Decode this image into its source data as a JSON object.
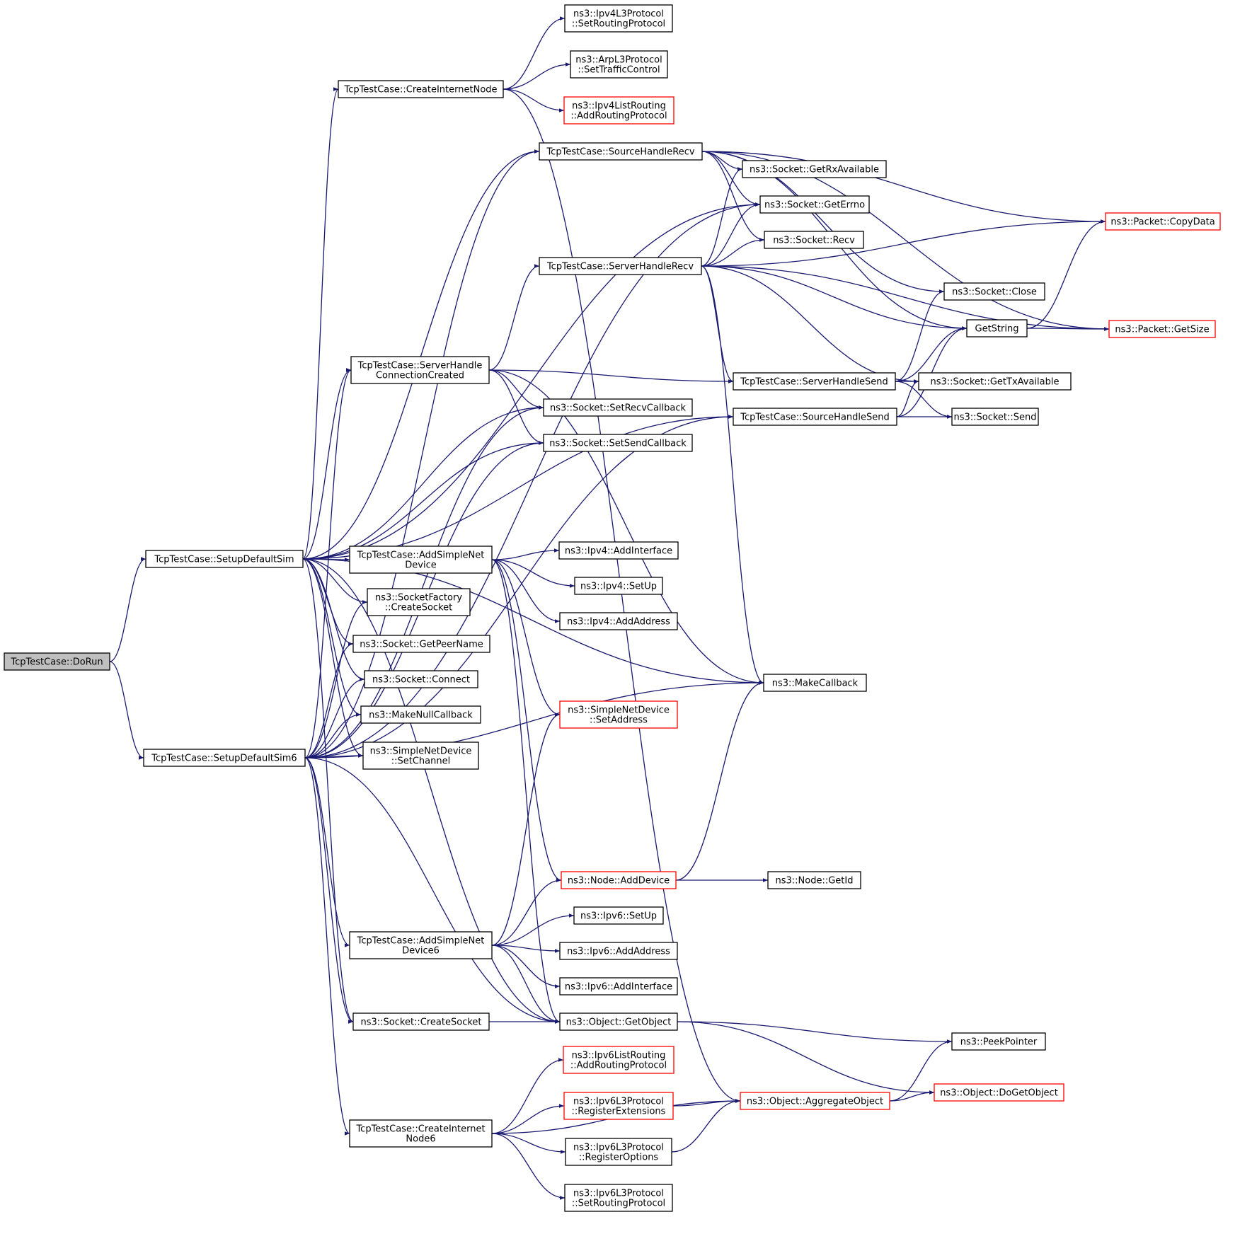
{
  "colors": {
    "edge": "#191970",
    "node_border": "#000000",
    "node_border_incomplete": "#ff0000",
    "root_fill": "#bfbfbf",
    "node_fill": "#ffffff"
  },
  "nodes": [
    {
      "id": "dorun",
      "lines": [
        "TcpTestCase::DoRun"
      ],
      "style": "root"
    },
    {
      "id": "setupsim",
      "lines": [
        "TcpTestCase::SetupDefaultSim"
      ],
      "style": "normal"
    },
    {
      "id": "setupsim6",
      "lines": [
        "TcpTestCase::SetupDefaultSim6"
      ],
      "style": "normal"
    },
    {
      "id": "createinternetnode",
      "lines": [
        "TcpTestCase::CreateInternetNode"
      ],
      "style": "normal"
    },
    {
      "id": "sourcehandlerecv",
      "lines": [
        "TcpTestCase::SourceHandleRecv"
      ],
      "style": "normal"
    },
    {
      "id": "serverhandlerecv",
      "lines": [
        "TcpTestCase::ServerHandleRecv"
      ],
      "style": "normal"
    },
    {
      "id": "serverhandleconn",
      "lines": [
        "TcpTestCase::ServerHandle",
        "ConnectionCreated"
      ],
      "style": "normal"
    },
    {
      "id": "addsimplenetdevice",
      "lines": [
        "TcpTestCase::AddSimpleNet",
        "Device"
      ],
      "style": "normal"
    },
    {
      "id": "socketfactory",
      "lines": [
        "ns3::SocketFactory",
        "::CreateSocket"
      ],
      "style": "normal"
    },
    {
      "id": "getpeername",
      "lines": [
        "ns3::Socket::GetPeerName"
      ],
      "style": "normal"
    },
    {
      "id": "connect",
      "lines": [
        "ns3::Socket::Connect"
      ],
      "style": "normal"
    },
    {
      "id": "makenullcallback",
      "lines": [
        "ns3::MakeNullCallback"
      ],
      "style": "normal"
    },
    {
      "id": "setchannel",
      "lines": [
        "ns3::SimpleNetDevice",
        "::SetChannel"
      ],
      "style": "normal"
    },
    {
      "id": "addsimplenetdevice6",
      "lines": [
        "TcpTestCase::AddSimpleNet",
        "Device6"
      ],
      "style": "normal"
    },
    {
      "id": "createsocket",
      "lines": [
        "ns3::Socket::CreateSocket"
      ],
      "style": "normal"
    },
    {
      "id": "createinternetnode6",
      "lines": [
        "TcpTestCase::CreateInternet",
        "Node6"
      ],
      "style": "normal"
    },
    {
      "id": "ipv4setroutingprotocol",
      "lines": [
        "ns3::Ipv4L3Protocol",
        "::SetRoutingProtocol"
      ],
      "style": "normal"
    },
    {
      "id": "settrafficcontrol",
      "lines": [
        "ns3::ArpL3Protocol",
        "::SetTrafficControl"
      ],
      "style": "normal"
    },
    {
      "id": "ipv4addroutingprotocol",
      "lines": [
        "ns3::Ipv4ListRouting",
        "::AddRoutingProtocol"
      ],
      "style": "incomplete"
    },
    {
      "id": "setrecvcallback",
      "lines": [
        "ns3::Socket::SetRecvCallback"
      ],
      "style": "normal"
    },
    {
      "id": "setsendcallback",
      "lines": [
        "ns3::Socket::SetSendCallback"
      ],
      "style": "normal"
    },
    {
      "id": "ipv4addinterface",
      "lines": [
        "ns3::Ipv4::AddInterface"
      ],
      "style": "normal"
    },
    {
      "id": "ipv4setup",
      "lines": [
        "ns3::Ipv4::SetUp"
      ],
      "style": "normal"
    },
    {
      "id": "ipv4addaddress",
      "lines": [
        "ns3::Ipv4::AddAddress"
      ],
      "style": "normal"
    },
    {
      "id": "simplesetaddress",
      "lines": [
        "ns3::SimpleNetDevice",
        "::SetAddress"
      ],
      "style": "incomplete"
    },
    {
      "id": "nodeadddevice",
      "lines": [
        "ns3::Node::AddDevice"
      ],
      "style": "incomplete"
    },
    {
      "id": "ipv6setup",
      "lines": [
        "ns3::Ipv6::SetUp"
      ],
      "style": "normal"
    },
    {
      "id": "ipv6addaddress",
      "lines": [
        "ns3::Ipv6::AddAddress"
      ],
      "style": "normal"
    },
    {
      "id": "ipv6addinterface",
      "lines": [
        "ns3::Ipv6::AddInterface"
      ],
      "style": "normal"
    },
    {
      "id": "getobject",
      "lines": [
        "ns3::Object::GetObject"
      ],
      "style": "normal"
    },
    {
      "id": "ipv6addroutingprotocol",
      "lines": [
        "ns3::Ipv6ListRouting",
        "::AddRoutingProtocol"
      ],
      "style": "incomplete"
    },
    {
      "id": "registerextensions",
      "lines": [
        "ns3::Ipv6L3Protocol",
        "::RegisterExtensions"
      ],
      "style": "incomplete"
    },
    {
      "id": "registeroptions",
      "lines": [
        "ns3::Ipv6L3Protocol",
        "::RegisterOptions"
      ],
      "style": "normal"
    },
    {
      "id": "ipv6setroutingprotocol",
      "lines": [
        "ns3::Ipv6L3Protocol",
        "::SetRoutingProtocol"
      ],
      "style": "normal"
    },
    {
      "id": "getrxavailable",
      "lines": [
        "ns3::Socket::GetRxAvailable"
      ],
      "style": "normal"
    },
    {
      "id": "geterrno",
      "lines": [
        "ns3::Socket::GetErrno"
      ],
      "style": "normal"
    },
    {
      "id": "recv",
      "lines": [
        "ns3::Socket::Recv"
      ],
      "style": "normal"
    },
    {
      "id": "serverhandlesend",
      "lines": [
        "TcpTestCase::ServerHandleSend"
      ],
      "style": "normal"
    },
    {
      "id": "sourcehandlesend",
      "lines": [
        "TcpTestCase::SourceHandleSend"
      ],
      "style": "normal"
    },
    {
      "id": "makecallback",
      "lines": [
        "ns3::MakeCallback"
      ],
      "style": "normal"
    },
    {
      "id": "nodegetid",
      "lines": [
        "ns3::Node::GetId"
      ],
      "style": "normal"
    },
    {
      "id": "aggregateobject",
      "lines": [
        "ns3::Object::AggregateObject"
      ],
      "style": "incomplete"
    },
    {
      "id": "socketclose",
      "lines": [
        "ns3::Socket::Close"
      ],
      "style": "normal"
    },
    {
      "id": "getstring",
      "lines": [
        "GetString"
      ],
      "style": "normal"
    },
    {
      "id": "gettxavailable",
      "lines": [
        "ns3::Socket::GetTxAvailable"
      ],
      "style": "normal"
    },
    {
      "id": "socketsend",
      "lines": [
        "ns3::Socket::Send"
      ],
      "style": "normal"
    },
    {
      "id": "peekpointer",
      "lines": [
        "ns3::PeekPointer"
      ],
      "style": "normal"
    },
    {
      "id": "dogetobject",
      "lines": [
        "ns3::Object::DoGetObject"
      ],
      "style": "incomplete"
    },
    {
      "id": "packetcopydata",
      "lines": [
        "ns3::Packet::CopyData"
      ],
      "style": "incomplete"
    },
    {
      "id": "packetgetsize",
      "lines": [
        "ns3::Packet::GetSize"
      ],
      "style": "incomplete"
    }
  ],
  "edges": [
    [
      "dorun",
      "setupsim"
    ],
    [
      "dorun",
      "setupsim6"
    ],
    [
      "setupsim",
      "createinternetnode"
    ],
    [
      "setupsim",
      "sourcehandlerecv"
    ],
    [
      "setupsim",
      "geterrno"
    ],
    [
      "setupsim",
      "serverhandleconn"
    ],
    [
      "setupsim",
      "setrecvcallback"
    ],
    [
      "setupsim",
      "setsendcallback"
    ],
    [
      "setupsim",
      "sourcehandlesend"
    ],
    [
      "setupsim",
      "makecallback"
    ],
    [
      "setupsim",
      "addsimplenetdevice"
    ],
    [
      "setupsim",
      "socketfactory"
    ],
    [
      "setupsim",
      "getpeername"
    ],
    [
      "setupsim",
      "connect"
    ],
    [
      "setupsim",
      "makenullcallback"
    ],
    [
      "setupsim",
      "setchannel"
    ],
    [
      "setupsim",
      "createsocket"
    ],
    [
      "setupsim",
      "getobject"
    ],
    [
      "setupsim6",
      "sourcehandlerecv"
    ],
    [
      "setupsim6",
      "geterrno"
    ],
    [
      "setupsim6",
      "serverhandleconn"
    ],
    [
      "setupsim6",
      "socketfactory"
    ],
    [
      "setupsim6",
      "getpeername"
    ],
    [
      "setupsim6",
      "connect"
    ],
    [
      "setupsim6",
      "makenullcallback"
    ],
    [
      "setupsim6",
      "setchannel"
    ],
    [
      "setupsim6",
      "setrecvcallback"
    ],
    [
      "setupsim6",
      "setsendcallback"
    ],
    [
      "setupsim6",
      "sourcehandlesend"
    ],
    [
      "setupsim6",
      "makecallback"
    ],
    [
      "setupsim6",
      "addsimplenetdevice6"
    ],
    [
      "setupsim6",
      "createsocket"
    ],
    [
      "setupsim6",
      "getobject"
    ],
    [
      "setupsim6",
      "createinternetnode6"
    ],
    [
      "createinternetnode",
      "ipv4setroutingprotocol"
    ],
    [
      "createinternetnode",
      "settrafficcontrol"
    ],
    [
      "createinternetnode",
      "ipv4addroutingprotocol"
    ],
    [
      "createinternetnode",
      "aggregateobject"
    ],
    [
      "sourcehandlerecv",
      "getrxavailable"
    ],
    [
      "sourcehandlerecv",
      "geterrno"
    ],
    [
      "sourcehandlerecv",
      "recv"
    ],
    [
      "sourcehandlerecv",
      "packetcopydata"
    ],
    [
      "sourcehandlerecv",
      "getstring"
    ],
    [
      "sourcehandlerecv",
      "packetgetsize"
    ],
    [
      "sourcehandlerecv",
      "socketclose"
    ],
    [
      "serverhandlerecv",
      "getrxavailable"
    ],
    [
      "serverhandlerecv",
      "geterrno"
    ],
    [
      "serverhandlerecv",
      "recv"
    ],
    [
      "serverhandlerecv",
      "packetcopydata"
    ],
    [
      "serverhandlerecv",
      "getstring"
    ],
    [
      "serverhandlerecv",
      "serverhandlesend"
    ],
    [
      "serverhandlerecv",
      "gettxavailable"
    ],
    [
      "serverhandlerecv",
      "packetgetsize"
    ],
    [
      "serverhandlerecv",
      "makecallback"
    ],
    [
      "serverhandleconn",
      "serverhandlerecv"
    ],
    [
      "serverhandleconn",
      "serverhandlesend"
    ],
    [
      "serverhandleconn",
      "setrecvcallback"
    ],
    [
      "serverhandleconn",
      "setsendcallback"
    ],
    [
      "serverhandleconn",
      "makecallback"
    ],
    [
      "addsimplenetdevice",
      "ipv4addinterface"
    ],
    [
      "addsimplenetdevice",
      "ipv4setup"
    ],
    [
      "addsimplenetdevice",
      "ipv4addaddress"
    ],
    [
      "addsimplenetdevice",
      "simplesetaddress"
    ],
    [
      "addsimplenetdevice",
      "nodeadddevice"
    ],
    [
      "addsimplenetdevice",
      "getobject"
    ],
    [
      "addsimplenetdevice6",
      "simplesetaddress"
    ],
    [
      "addsimplenetdevice6",
      "nodeadddevice"
    ],
    [
      "addsimplenetdevice6",
      "ipv6setup"
    ],
    [
      "addsimplenetdevice6",
      "ipv6addaddress"
    ],
    [
      "addsimplenetdevice6",
      "ipv6addinterface"
    ],
    [
      "addsimplenetdevice6",
      "getobject"
    ],
    [
      "createsocket",
      "getobject"
    ],
    [
      "createinternetnode6",
      "ipv6addroutingprotocol"
    ],
    [
      "createinternetnode6",
      "registerextensions"
    ],
    [
      "createinternetnode6",
      "registeroptions"
    ],
    [
      "createinternetnode6",
      "ipv6setroutingprotocol"
    ],
    [
      "createinternetnode6",
      "aggregateobject"
    ],
    [
      "nodeadddevice",
      "nodegetid"
    ],
    [
      "nodeadddevice",
      "makecallback"
    ],
    [
      "getobject",
      "peekpointer"
    ],
    [
      "getobject",
      "dogetobject"
    ],
    [
      "registerextensions",
      "aggregateobject"
    ],
    [
      "registeroptions",
      "aggregateobject"
    ],
    [
      "aggregateobject",
      "peekpointer"
    ],
    [
      "aggregateobject",
      "dogetobject"
    ],
    [
      "serverhandlesend",
      "socketclose"
    ],
    [
      "serverhandlesend",
      "getstring"
    ],
    [
      "serverhandlesend",
      "gettxavailable"
    ],
    [
      "serverhandlesend",
      "socketsend"
    ],
    [
      "sourcehandlesend",
      "getstring"
    ],
    [
      "sourcehandlesend",
      "gettxavailable"
    ],
    [
      "sourcehandlesend",
      "socketsend"
    ],
    [
      "getstring",
      "packetcopydata"
    ],
    [
      "getstring",
      "packetgetsize"
    ]
  ]
}
